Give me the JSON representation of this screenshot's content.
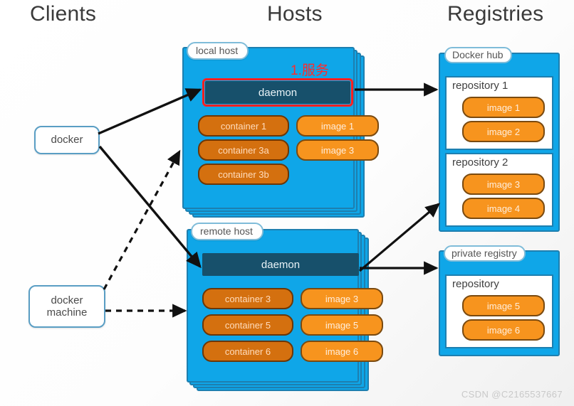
{
  "columns": {
    "clients": "Clients",
    "hosts": "Hosts",
    "registries": "Registries"
  },
  "clients": [
    {
      "id": "docker",
      "label": "docker"
    },
    {
      "id": "docker-machine",
      "label": "docker\nmachine"
    }
  ],
  "annotation": {
    "red_note": "1.服务"
  },
  "hosts": [
    {
      "id": "local-host",
      "label": "local host",
      "daemon": "daemon",
      "daemon_highlighted": true,
      "containers": [
        "container 1",
        "container 3a",
        "container 3b"
      ],
      "images": [
        "image 1",
        "image 3"
      ]
    },
    {
      "id": "remote-host",
      "label": "remote host",
      "daemon": "daemon",
      "daemon_highlighted": false,
      "containers": [
        "container 3",
        "container 5",
        "container 6"
      ],
      "images": [
        "image 3",
        "image 5",
        "image 6"
      ]
    }
  ],
  "registries": [
    {
      "id": "docker-hub",
      "label": "Docker hub",
      "repositories": [
        {
          "title": "repository 1",
          "images": [
            "image 1",
            "image 2"
          ]
        },
        {
          "title": "repository 2",
          "images": [
            "image 3",
            "image 4"
          ]
        }
      ]
    },
    {
      "id": "private-registry",
      "label": "private registry",
      "repositories": [
        {
          "title": "repository",
          "images": [
            "image 5",
            "image 6"
          ]
        }
      ]
    }
  ],
  "colors": {
    "host_blue": "#0FA6E8",
    "host_border": "#1d7fb0",
    "daemon_dark": "#17506b",
    "container_orange": "#D4700F",
    "image_orange": "#F7941E",
    "annotation_red": "#ff2a2a"
  },
  "watermark": "CSDN @C2165537667"
}
